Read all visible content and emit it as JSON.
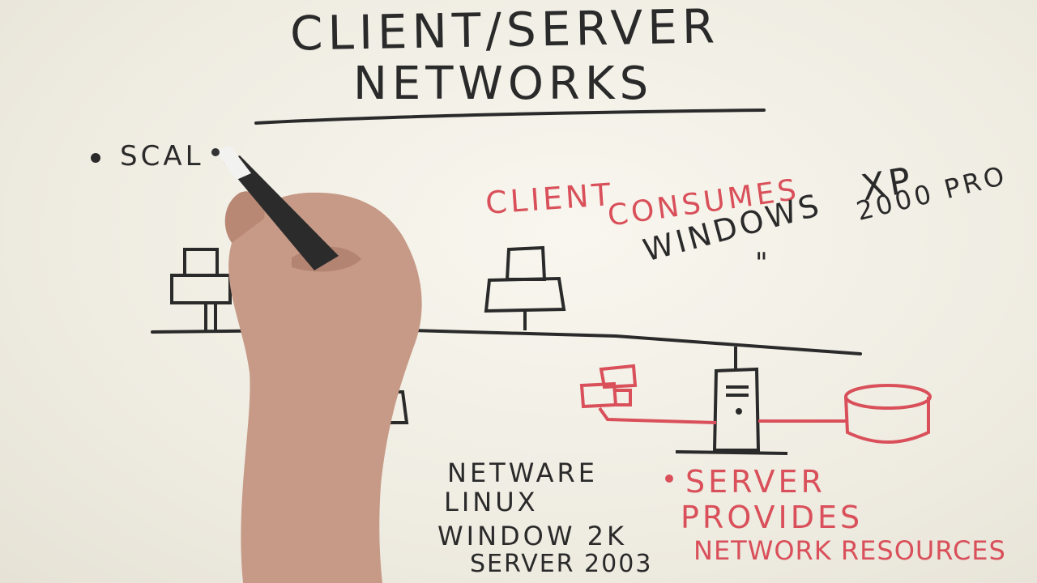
{
  "title": {
    "line1": "CLIENT/SERVER",
    "line2": "NETWORKS"
  },
  "bullet_scale": "SCAL",
  "client_label": "CLIENT",
  "consumes_label": "CONSUMES",
  "client_os": {
    "windows": "WINDOWS",
    "xp": "XP",
    "ditto": "\"",
    "pro": "2000 PRO"
  },
  "server_os": [
    "NETWARE",
    "LINUX",
    "WINDOW 2K",
    "SERVER 2003"
  ],
  "server_notes": {
    "server": "SERVER",
    "provides": "PROVIDES",
    "resources": "NETWORK RESOURCES"
  },
  "colors": {
    "black_ink": "#2a2a2a",
    "red_ink": "#d9505a",
    "board": "#f1efe6"
  }
}
